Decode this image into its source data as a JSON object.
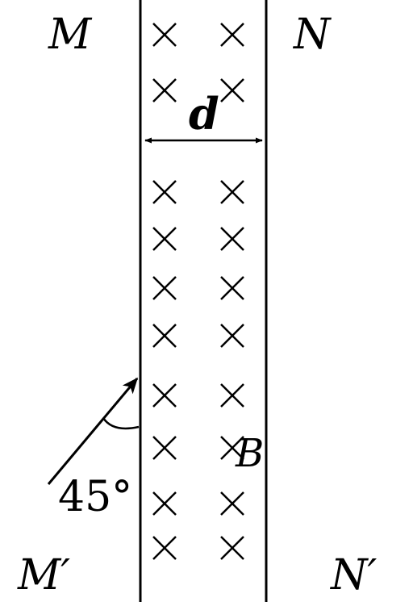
{
  "labels": {
    "m_top": "M",
    "n_top": "N",
    "m_bottom": "M′",
    "n_bottom": "N′",
    "width": "d",
    "field": "B",
    "angle": "45°"
  },
  "field_symbol": "×",
  "colors": {
    "stroke": "#000000",
    "background": "#ffffff"
  }
}
